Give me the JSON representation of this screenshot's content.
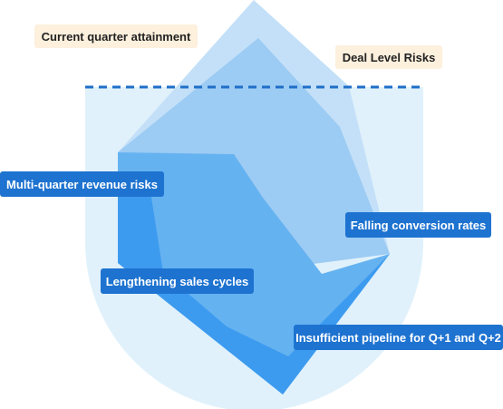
{
  "colors": {
    "container_fill": "#e0f1fb",
    "dashed_line": "#1f6fc8",
    "berg_top": "#c3e0f8",
    "berg_upper": "#9ccbf3",
    "berg_mid": "#65b2f1",
    "berg_deep": "#3d9bef",
    "light_label_bg": "#fdf0dd",
    "dark_label_bg": "#1e73d0"
  },
  "labels": {
    "current_quarter": {
      "text": "Current quarter attainment"
    },
    "deal_level": {
      "text": "Deal Level Risks"
    },
    "multi_quarter": {
      "text": "Multi-quarter revenue risks"
    },
    "falling_conversion": {
      "text": "Falling conversion rates"
    },
    "lengthening_cycles": {
      "text": "Lengthening sales cycles"
    },
    "insufficient_pipeline": {
      "text": "Insufficient pipeline for Q+1 and Q+2"
    }
  }
}
